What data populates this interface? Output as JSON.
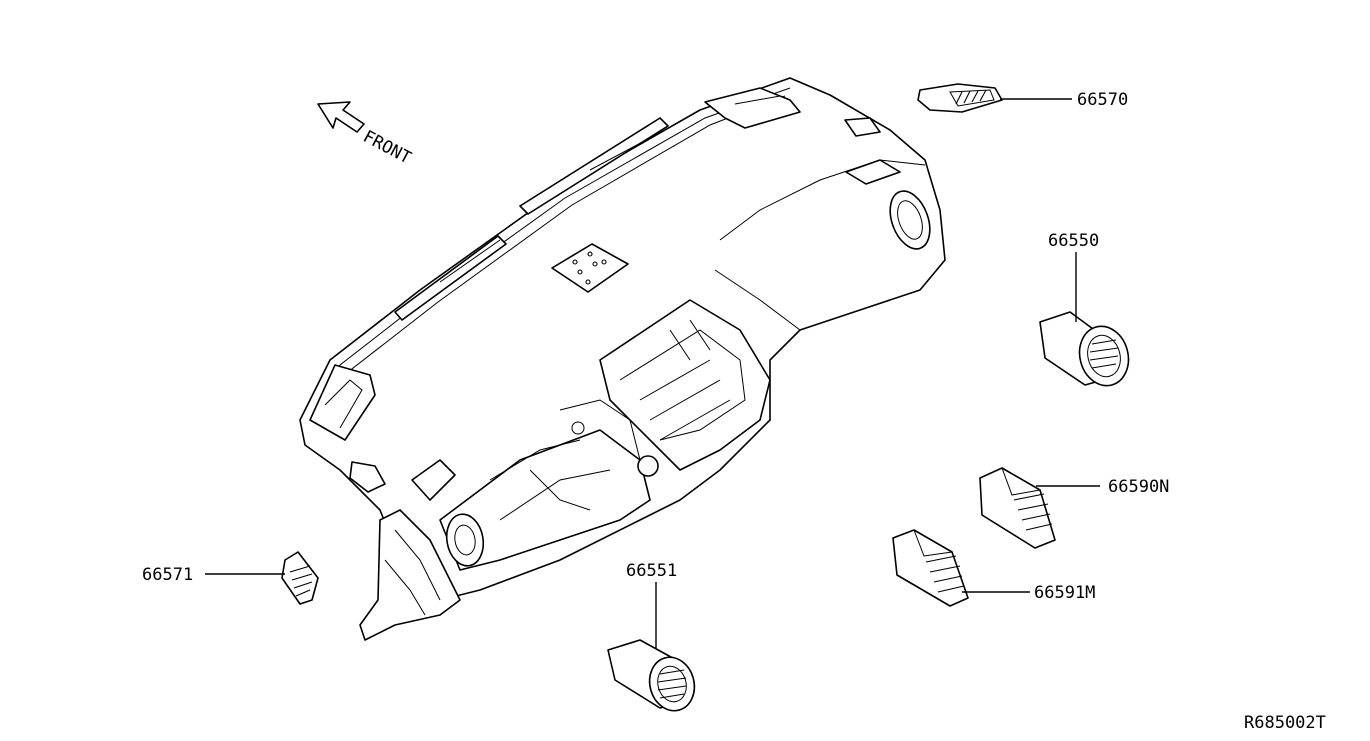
{
  "diagram": {
    "direction_label": "FRONT",
    "drawing_code": "R685002T",
    "callouts": [
      {
        "id": "66570",
        "text": "66570"
      },
      {
        "id": "66550",
        "text": "66550"
      },
      {
        "id": "66590N",
        "text": "66590N"
      },
      {
        "id": "66591M",
        "text": "66591M"
      },
      {
        "id": "66551",
        "text": "66551"
      },
      {
        "id": "66571",
        "text": "66571"
      }
    ]
  }
}
